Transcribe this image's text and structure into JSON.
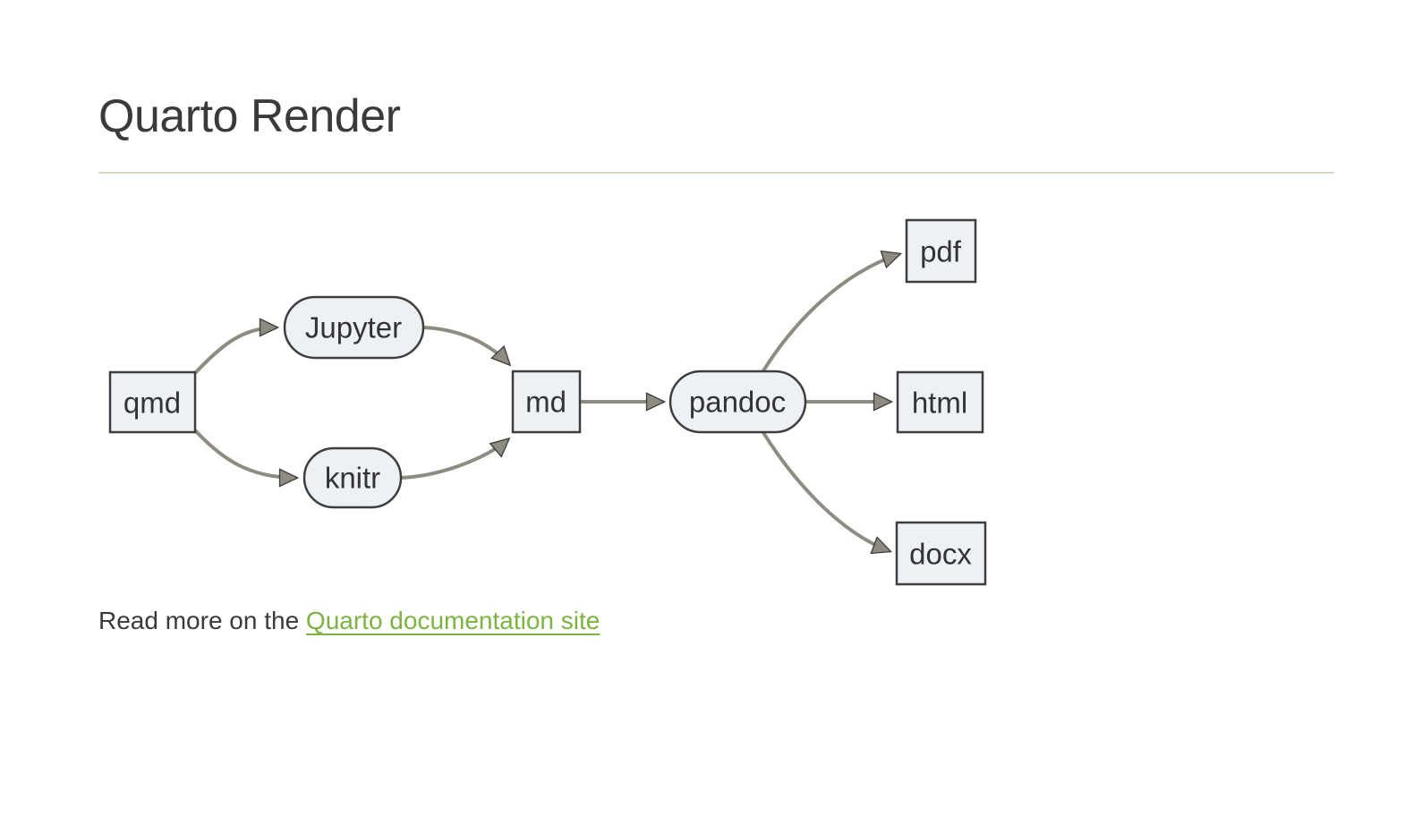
{
  "page": {
    "title": "Quarto Render"
  },
  "colors": {
    "background": "#ffffff",
    "heading_text": "#3a3a38",
    "body_text": "#3a3a38",
    "divider": "#ddd7c9",
    "node_fill": "#edf0f4",
    "node_border": "#3e3e3e",
    "node_text": "#333333",
    "edge": "#8e8b81",
    "arrow_fill": "#8e8b81",
    "arrow_outline": "#3e3e3e",
    "link": "#7cb342"
  },
  "diagram": {
    "nodes": {
      "qmd": {
        "label": "qmd",
        "shape": "rectangle"
      },
      "jupyter": {
        "label": "Jupyter",
        "shape": "stadium"
      },
      "knitr": {
        "label": "knitr",
        "shape": "stadium"
      },
      "md": {
        "label": "md",
        "shape": "rectangle"
      },
      "pandoc": {
        "label": "pandoc",
        "shape": "stadium"
      },
      "pdf": {
        "label": "pdf",
        "shape": "rectangle"
      },
      "html": {
        "label": "html",
        "shape": "rectangle"
      },
      "docx": {
        "label": "docx",
        "shape": "rectangle"
      }
    },
    "edges": [
      {
        "from": "qmd",
        "to": "jupyter"
      },
      {
        "from": "qmd",
        "to": "knitr"
      },
      {
        "from": "jupyter",
        "to": "md"
      },
      {
        "from": "knitr",
        "to": "md"
      },
      {
        "from": "md",
        "to": "pandoc"
      },
      {
        "from": "pandoc",
        "to": "pdf"
      },
      {
        "from": "pandoc",
        "to": "html"
      },
      {
        "from": "pandoc",
        "to": "docx"
      }
    ]
  },
  "footer": {
    "text_before_link": "Read more on the ",
    "link_label": "Quarto documentation site"
  }
}
